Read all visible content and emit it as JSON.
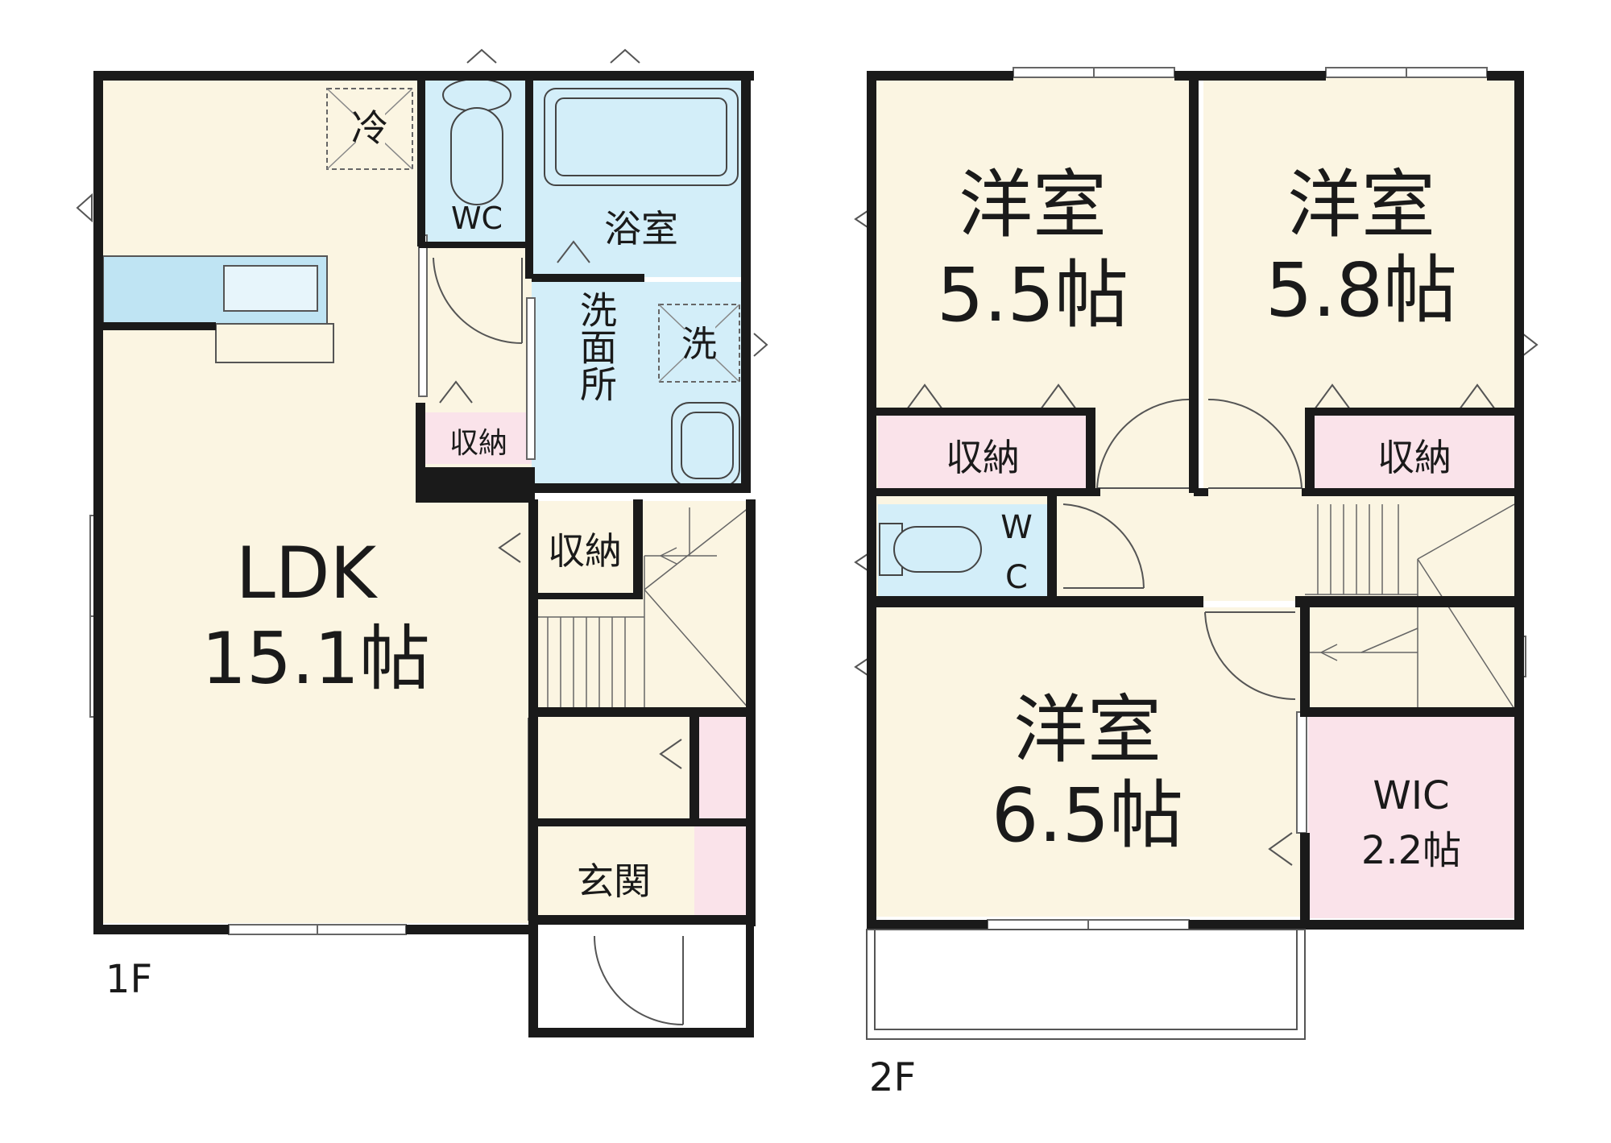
{
  "floors": [
    {
      "label": "1F"
    },
    {
      "label": "2F"
    }
  ],
  "rooms_1f": {
    "ldk": {
      "name": "LDK",
      "size": "15.1帖"
    },
    "fridge": "冷",
    "wc": "WC",
    "bath": "浴室",
    "washroom": "洗面所",
    "washer": "洗",
    "storage_a": "収納",
    "storage_b": "収納",
    "entrance": "玄関"
  },
  "rooms_2f": {
    "room1": {
      "name": "洋室",
      "size": "5.5帖"
    },
    "room2": {
      "name": "洋室",
      "size": "5.8帖"
    },
    "room3": {
      "name": "洋室",
      "size": "6.5帖"
    },
    "storage_1": "収納",
    "storage_2": "収納",
    "wc_top": "W",
    "wc_bottom": "C",
    "wic": {
      "name": "WIC",
      "size": "2.2帖"
    }
  },
  "colors": {
    "ldk": "#fbf5e2",
    "wet": "#d3eef9",
    "storage": "#fae3ea",
    "wall": "#1a1a1a"
  }
}
